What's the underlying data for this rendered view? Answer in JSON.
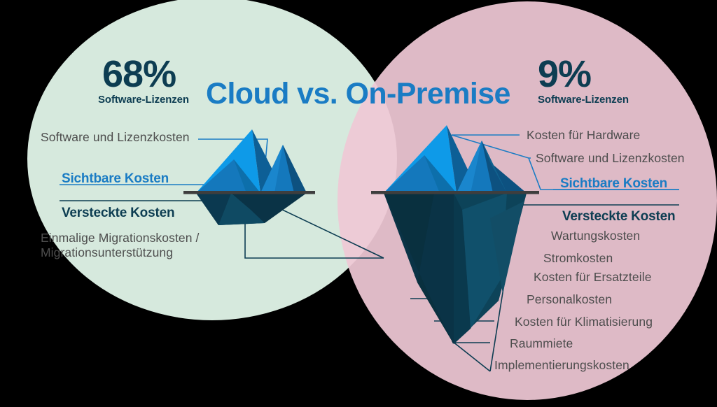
{
  "title": "Cloud  vs. On-Premise",
  "colors": {
    "circle_left": "#d6e9dd",
    "circle_right": "#efc8d5",
    "overlap": "#dcd8d4",
    "background": "#000000",
    "title_blue": "#1a7cc4",
    "dark_navy": "#0d3d52",
    "body_gray": "#4d4d4d",
    "ice_light": "#0e9ae8",
    "ice_mid": "#1478bc",
    "ice_dark": "#0f5f96",
    "ice_deep": "#0d3d52",
    "ice_submerged": "#0a3346",
    "waterline": "#3e3e3e"
  },
  "left": {
    "percent": "68%",
    "percent_caption": "Software-Lizenzen",
    "visible_heading": "Sichtbare Kosten",
    "hidden_heading": "Versteckte Kosten",
    "visible_items": [
      "Software und Lizenzkosten"
    ],
    "hidden_items": [
      "Einmalige Migrationskosten /",
      "Migrationsunterstützung"
    ]
  },
  "right": {
    "percent": "9%",
    "percent_caption": "Software-Lizenzen",
    "visible_heading": "Sichtbare Kosten",
    "hidden_heading": "Versteckte Kosten",
    "visible_items": [
      "Kosten für Hardware",
      "Software und Lizenzkosten"
    ],
    "hidden_items": [
      "Wartungskosten",
      "Stromkosten",
      "Kosten für Ersatzteile",
      "Personalkosten",
      "Kosten für Klimatisierung",
      "Raummiete",
      "Implementierungskosten"
    ]
  }
}
